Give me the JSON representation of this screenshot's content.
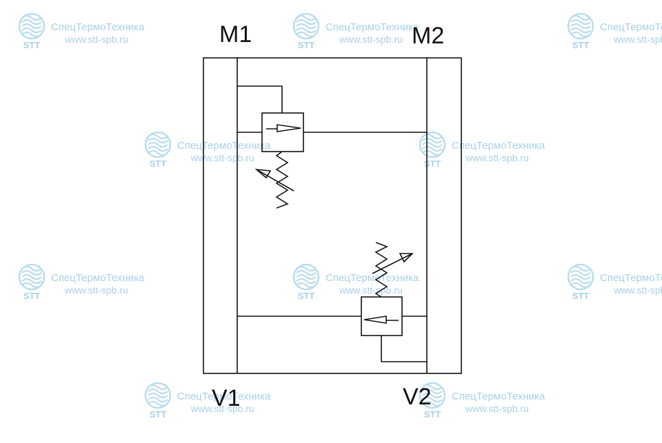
{
  "ports": {
    "m1": "M1",
    "m2": "M2",
    "v1": "V1",
    "v2": "V2"
  },
  "watermark": {
    "company": "СпецТермоТехника",
    "url": "www.stt-spb.ru",
    "abbr": "STT"
  },
  "colors": {
    "line": "#111111",
    "watermark": "#b9dcef",
    "watermark_text": "#a8d0ea"
  }
}
